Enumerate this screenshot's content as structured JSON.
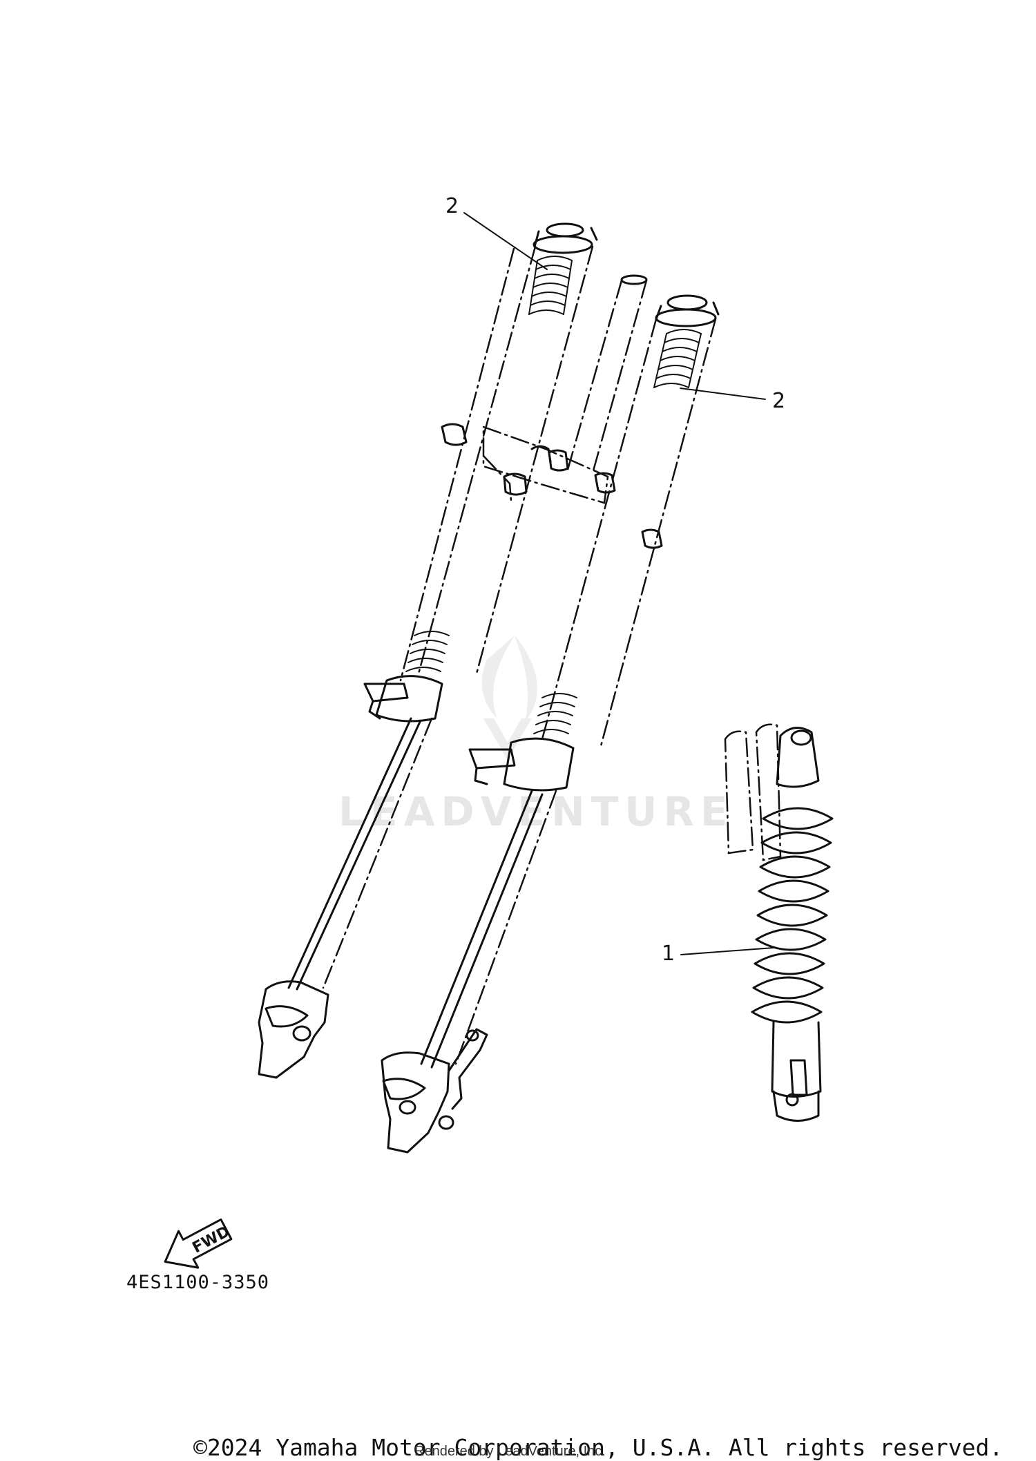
{
  "callouts": [
    {
      "number": "1"
    },
    {
      "number": "2"
    },
    {
      "number": "2"
    }
  ],
  "diagram_code": "4ES1100-3350",
  "fwd_label": "FWD",
  "watermark": {
    "brand": "LEADVENTURE"
  },
  "footer": {
    "copyright": "©2024 Yamaha Motor Corporation, U.S.A. All rights reserved.",
    "rendered_by": "Rendered by LeadVenture, Inc."
  }
}
